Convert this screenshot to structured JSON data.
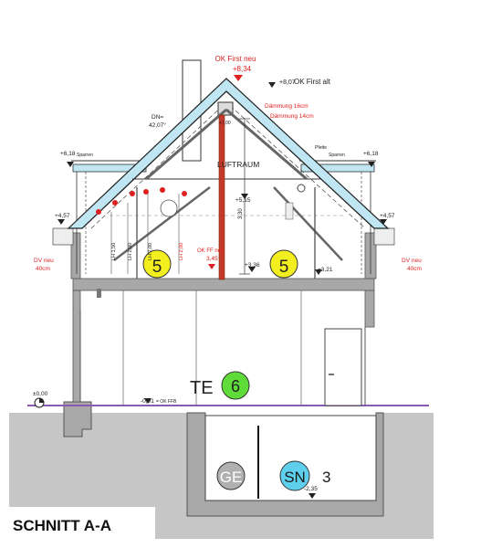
{
  "section_title": "SCHNITT A-A",
  "roof": {
    "ok_first_neu_label": "OK First neu",
    "ok_first_neu_value": "+8,34",
    "ok_first_alt_value": "+8,07",
    "ok_first_alt_label": "OK First alt",
    "daemmung_1": "Dämmung 16cm",
    "daemmung_2": "Dämmung 14cm",
    "dn_label": "DN=",
    "dn_value": "42,07°",
    "sparren_label": "Sparren",
    "pfette_label": "Pfette",
    "luftraum": "LUFTRAUM",
    "level_top_left": "+6,18",
    "level_top_right": "+6,18",
    "level_mid": "+5,15",
    "level_beam": "+7,00"
  },
  "attic": {
    "dv_neu_left": "DV neu",
    "dv_neu_left_cm": "40cm",
    "dv_neu_right": "DV neu",
    "dv_neu_right_cm": "40cm",
    "ok_ff_neu": "OK FF neu",
    "ok_ff_neu_value": "3,45",
    "level_336": "+3,36",
    "level_321": "+3,21",
    "eave_left": "+4,57",
    "eave_right": "+4,57",
    "room_no_1": "5",
    "room_no_2": "5",
    "lh_labels": [
      "LH 1,50",
      "LH 2,00",
      "LH 2,00",
      "LH 2,00"
    ],
    "height_label": "3,30"
  },
  "ground": {
    "level_zero": "±0,00",
    "level_ff": "-0,01",
    "level_ff_label": "= OK FFB",
    "te_label": "TE",
    "te_number": "6"
  },
  "basement": {
    "ge_label": "GE",
    "sn_label": "SN",
    "sn_number": "3",
    "level_bottom": "-2,35"
  },
  "colors": {
    "wall_gray": "#a8a8a8",
    "ground_gray": "#c6c6c6",
    "insulation_blue": "#bfe6f2",
    "red_note": "#e02020",
    "yellow_marker": "#f3ee1e",
    "green_marker": "#5fdc3a",
    "cyan_marker": "#5ed0ee",
    "timber_red": "#c43a2a",
    "ground_line": "#8c5ab4"
  }
}
